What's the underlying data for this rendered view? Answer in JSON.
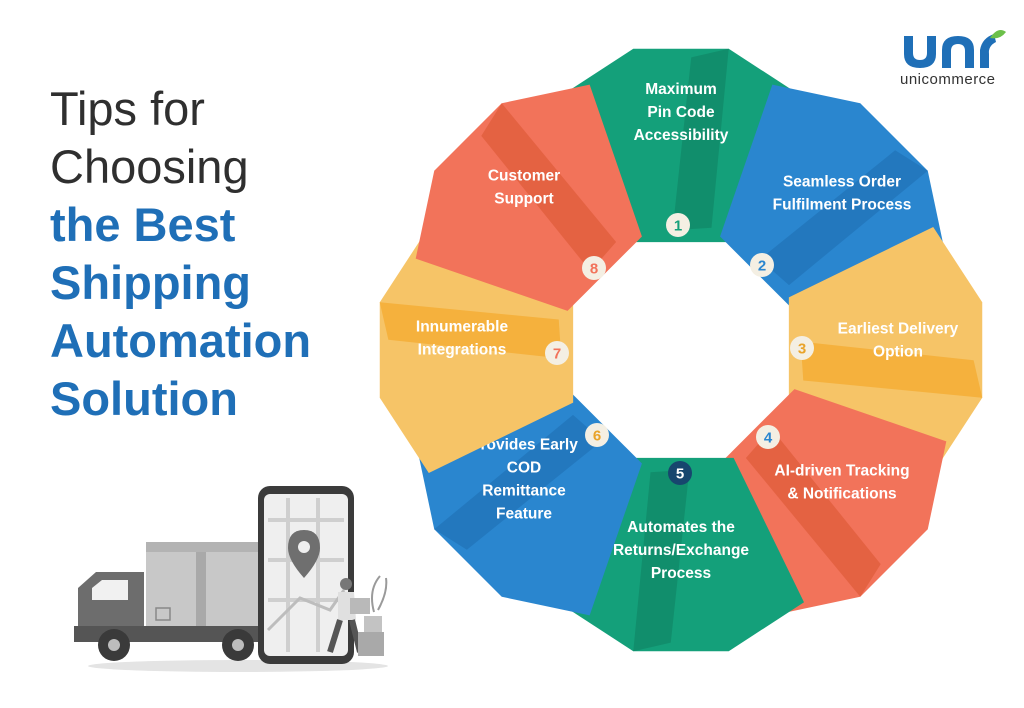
{
  "title": {
    "line1": "Tips for",
    "line2": "Choosing",
    "line3": "the Best",
    "line4": "Shipping",
    "line5": "Automation",
    "line6": "Solution"
  },
  "brand": {
    "name": "unicommerce"
  },
  "colors": {
    "title_dark": "#2f2f2f",
    "title_blue": "#1f6fb7",
    "green": "#14a07a",
    "blue": "#2a86cf",
    "yellow": "#f6c467",
    "orange": "#f2735a"
  },
  "tips": [
    {
      "number": "1",
      "lines": [
        "Maximum",
        "Pin Code",
        "Accessibility"
      ],
      "color": "#14a07a",
      "shade": "#0e7f61",
      "badge_text_color": "#14a07a"
    },
    {
      "number": "2",
      "lines": [
        "Seamless Order",
        "Fulfilment Process"
      ],
      "color": "#2a86cf",
      "shade": "#1e6db0",
      "badge_text_color": "#2a86cf"
    },
    {
      "number": "3",
      "lines": [
        "Earliest Delivery",
        "Option"
      ],
      "color": "#f6c467",
      "shade": "#f4a31b",
      "badge_text_color": "#e9a329"
    },
    {
      "number": "4",
      "lines": [
        "AI-driven Tracking",
        "& Notifications"
      ],
      "color": "#f2735a",
      "shade": "#d8532f",
      "badge_text_color": "#2a86cf"
    },
    {
      "number": "5",
      "lines": [
        "Automates the",
        "Returns/Exchange",
        "Process"
      ],
      "color": "#14a07a",
      "shade": "#0e7f61",
      "badge_text_color": "#ffffff"
    },
    {
      "number": "6",
      "lines": [
        "Provides Early",
        "COD",
        "Remittance",
        "Feature"
      ],
      "color": "#2a86cf",
      "shade": "#1e6db0",
      "badge_text_color": "#e9a329"
    },
    {
      "number": "7",
      "lines": [
        "Innumerable",
        "Integrations"
      ],
      "color": "#f6c467",
      "shade": "#f4a31b",
      "badge_text_color": "#f2735a"
    },
    {
      "number": "8",
      "lines": [
        "Customer",
        "Support"
      ],
      "color": "#f2735a",
      "shade": "#d8532f",
      "badge_text_color": "#f2735a"
    }
  ]
}
